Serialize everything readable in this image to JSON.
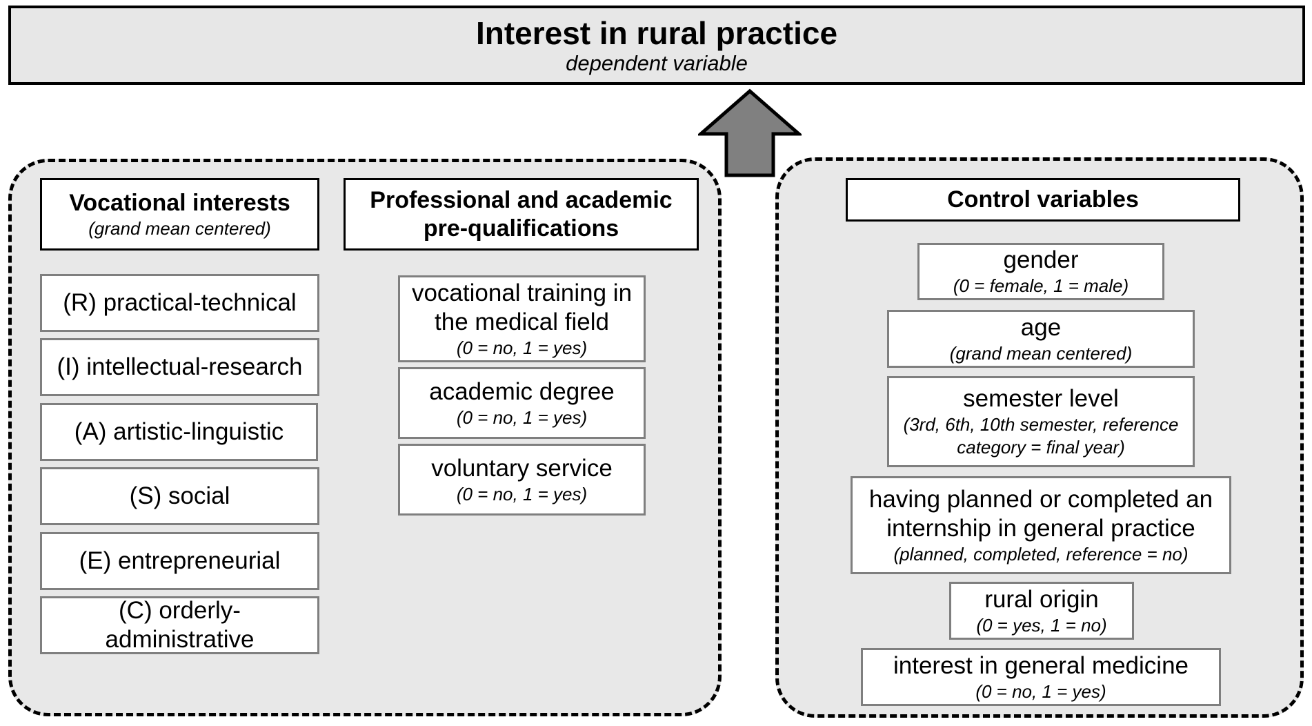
{
  "dependent": {
    "title": "Interest in rural practice",
    "subtitle": "dependent variable"
  },
  "vocational": {
    "title": "Vocational interests",
    "subtitle": "(grand mean centered)",
    "items": [
      "(R) practical-technical",
      "(I) intellectual-research",
      "(A) artistic-linguistic",
      "(S) social",
      "(E) entrepreneurial",
      "(C) orderly-administrative"
    ]
  },
  "prequal": {
    "title": "Professional and academic pre-qualifications",
    "items": [
      {
        "label": "vocational training in the medical field",
        "sub": "(0 = no, 1 = yes)"
      },
      {
        "label": "academic degree",
        "sub": "(0 = no, 1 = yes)"
      },
      {
        "label": "voluntary service",
        "sub": "(0 = no, 1 = yes)"
      }
    ]
  },
  "control": {
    "title": "Control variables",
    "items": [
      {
        "label": "gender",
        "sub": "(0 = female, 1 = male)"
      },
      {
        "label": "age",
        "sub": "(grand mean centered)"
      },
      {
        "label": "semester level",
        "sub": "(3rd, 6th, 10th semester, reference category = final year)"
      },
      {
        "label": "having planned or completed an internship in general practice",
        "sub": "(planned, completed, reference = no)"
      },
      {
        "label": "rural origin",
        "sub": "(0 = yes, 1 = no)"
      },
      {
        "label": "interest in general medicine",
        "sub": "(0 = no, 1 = yes)"
      }
    ]
  },
  "colors": {
    "arrow_fill": "#808080",
    "group_fill": "#e8e8e8",
    "item_border": "#7f7f7f"
  }
}
